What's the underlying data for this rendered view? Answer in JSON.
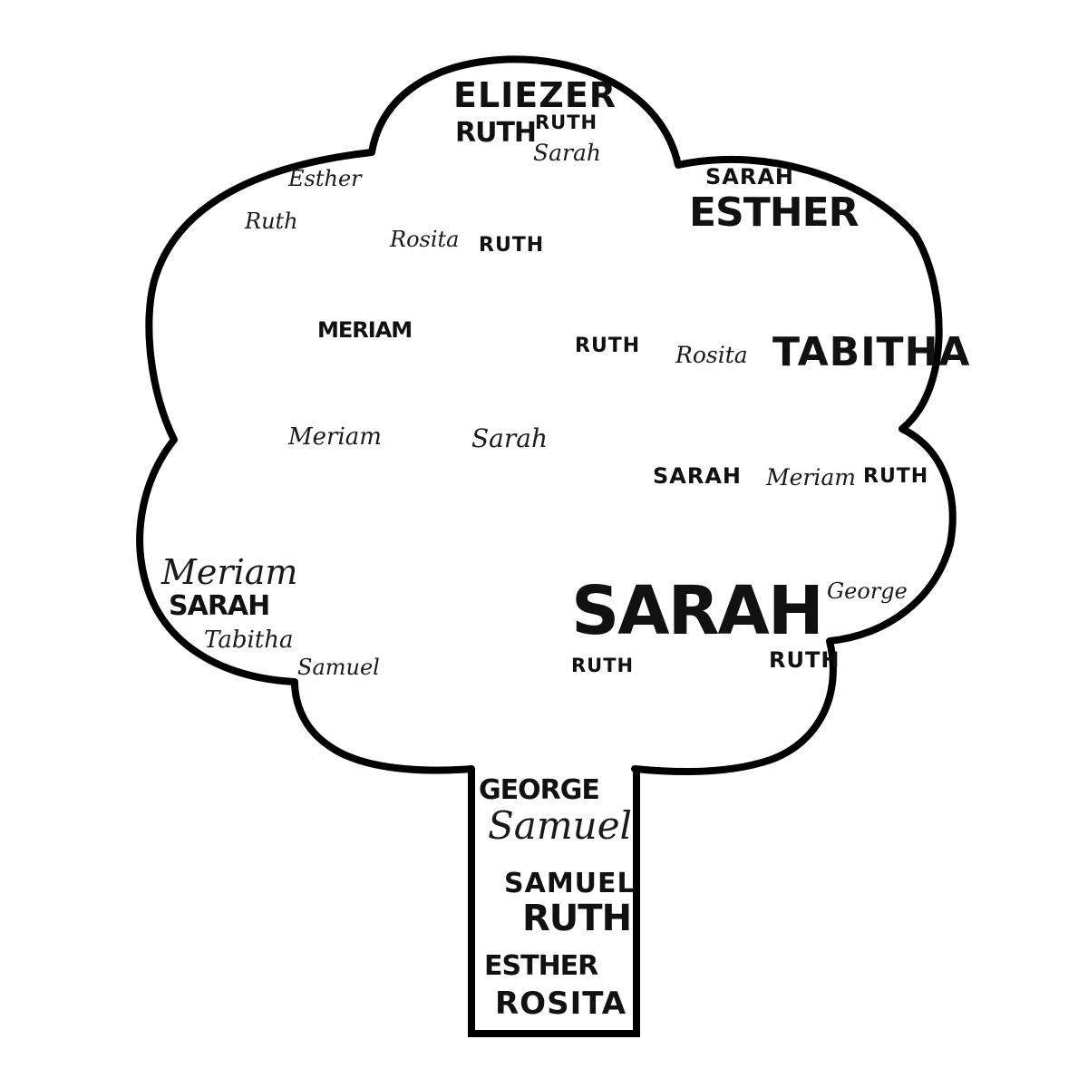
{
  "colors": {
    "outline": "#000000",
    "background": "#ffffff",
    "text": "#111111"
  },
  "trunk_words": [
    "GEORGE",
    "Samuel",
    "SAMUEL",
    "RUTH",
    "ESTHER",
    "ROSITA"
  ],
  "canopy_words": [
    "ELIEZER",
    "RUTH",
    "RUTH",
    "Sarah",
    "Esther",
    "Ruth",
    "Rosita",
    "RUTH",
    "SARAH",
    "ESTHER",
    "MERIAM",
    "RUTH",
    "Rosita",
    "TABITHA",
    "Meriam",
    "Sarah",
    "SARAH",
    "Meriam",
    "RUTH",
    "Meriam",
    "SARAH",
    "Tabitha",
    "Samuel",
    "SARAH",
    "George",
    "RUTH",
    "RUTH"
  ]
}
